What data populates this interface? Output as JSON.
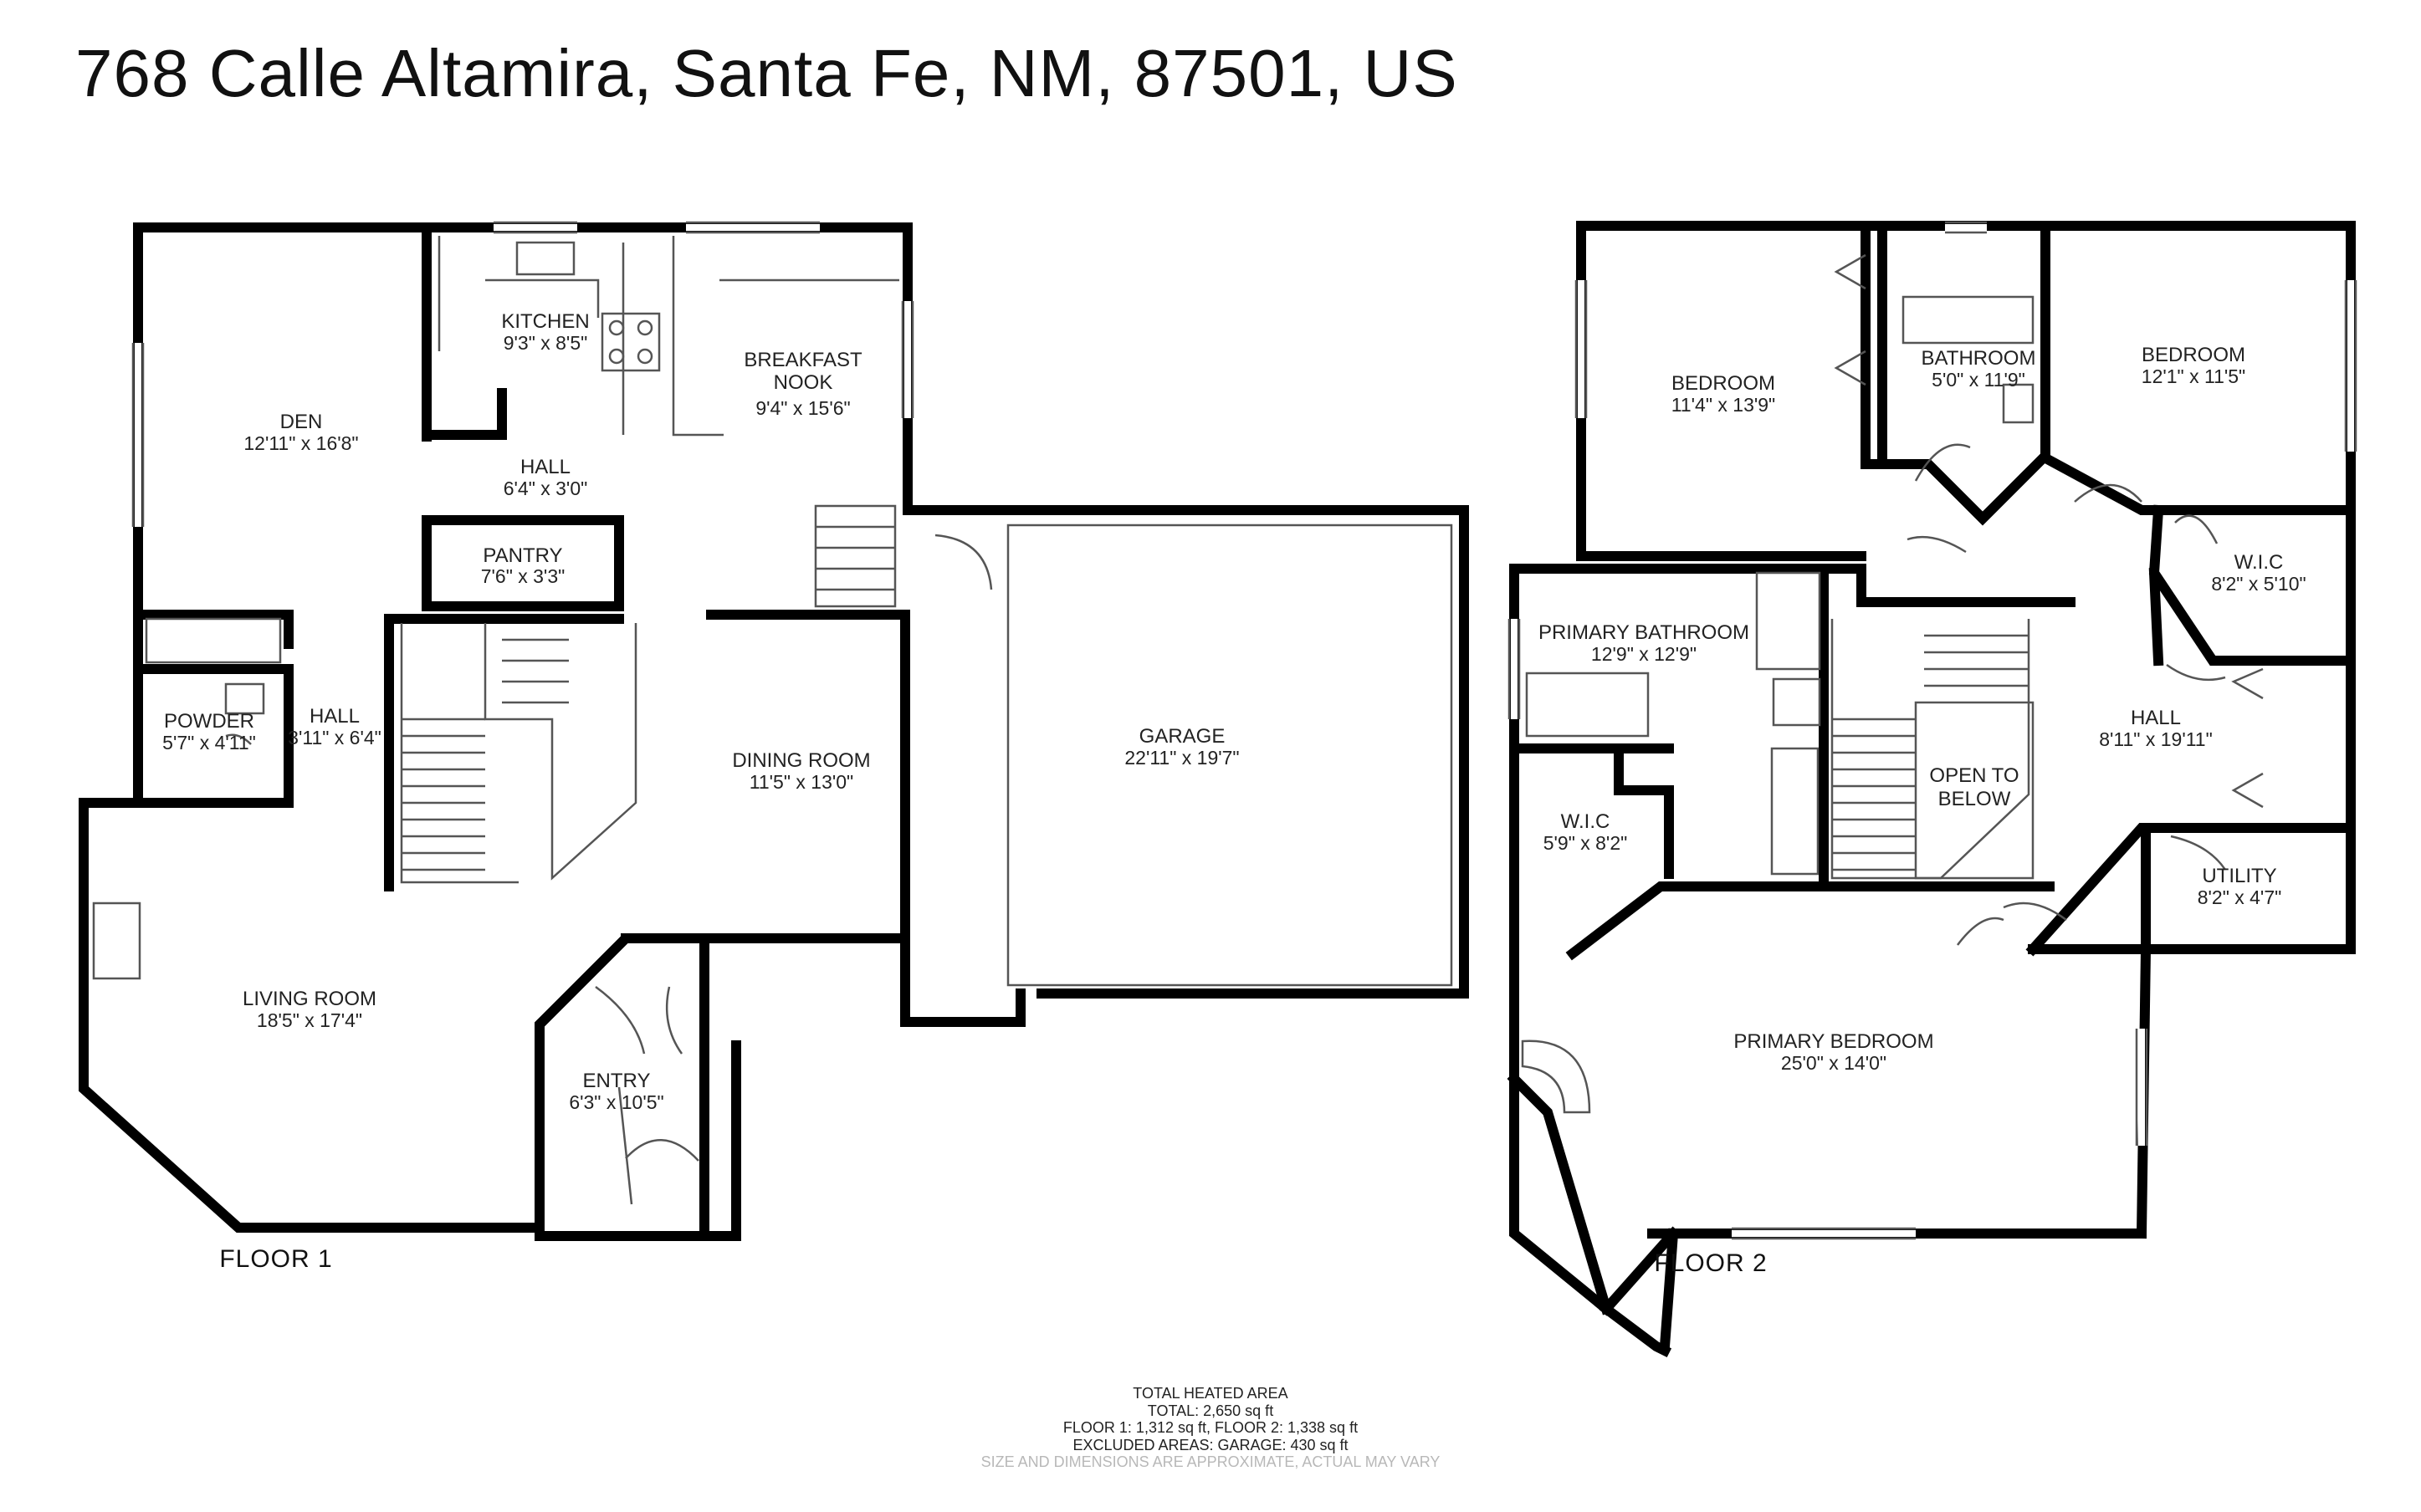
{
  "address": "768 Calle Altamira, Santa Fe, NM, 87501, US",
  "floors": [
    {
      "label": "FLOOR 1",
      "rooms": [
        {
          "id": "den",
          "name": "DEN",
          "dims": "12'11\" x 16'8\""
        },
        {
          "id": "kitchen",
          "name": "KITCHEN",
          "dims": "9'3\" x 8'5\""
        },
        {
          "id": "breakfast-nook",
          "name": "BREAKFAST NOOK",
          "dims": "9'4\" x 15'6\""
        },
        {
          "id": "hall-upper",
          "name": "HALL",
          "dims": "6'4\" x 3'0\""
        },
        {
          "id": "pantry",
          "name": "PANTRY",
          "dims": "7'6\" x 3'3\""
        },
        {
          "id": "powder",
          "name": "POWDER",
          "dims": "5'7\" x 4'11\""
        },
        {
          "id": "hall-lower",
          "name": "HALL",
          "dims": "3'11\" x 6'4\""
        },
        {
          "id": "dining-room",
          "name": "DINING ROOM",
          "dims": "11'5\" x 13'0\""
        },
        {
          "id": "garage",
          "name": "GARAGE",
          "dims": "22'11\" x 19'7\""
        },
        {
          "id": "living-room",
          "name": "LIVING ROOM",
          "dims": "18'5\" x 17'4\""
        },
        {
          "id": "entry",
          "name": "ENTRY",
          "dims": "6'3\" x 10'5\""
        }
      ]
    },
    {
      "label": "FLOOR 2",
      "rooms": [
        {
          "id": "bedroom-left",
          "name": "BEDROOM",
          "dims": "11'4\" x 13'9\""
        },
        {
          "id": "bathroom",
          "name": "BATHROOM",
          "dims": "5'0\" x 11'9\""
        },
        {
          "id": "bedroom-right",
          "name": "BEDROOM",
          "dims": "12'1\" x 11'5\""
        },
        {
          "id": "primary-bathroom",
          "name": "PRIMARY BATHROOM",
          "dims": "12'9\" x 12'9\""
        },
        {
          "id": "wic-right",
          "name": "W.I.C",
          "dims": "8'2\" x 5'10\""
        },
        {
          "id": "hall",
          "name": "HALL",
          "dims": "8'11\" x 19'11\""
        },
        {
          "id": "open-to-below",
          "name": "OPEN TO BELOW",
          "dims": ""
        },
        {
          "id": "wic-left",
          "name": "W.I.C",
          "dims": "5'9\" x 8'2\""
        },
        {
          "id": "utility",
          "name": "UTILITY",
          "dims": "8'2\" x 4'7\""
        },
        {
          "id": "primary-bedroom",
          "name": "PRIMARY BEDROOM",
          "dims": "25'0\" x 14'0\""
        }
      ]
    }
  ],
  "summary": {
    "heading": "TOTAL HEATED AREA",
    "total": "TOTAL: 2,650 sq ft",
    "floors": "FLOOR 1: 1,312 sq ft, FLOOR 2: 1,338 sq ft",
    "excluded": "EXCLUDED AREAS: GARAGE: 430 sq ft",
    "disclaimer": "SIZE AND DIMENSIONS ARE APPROXIMATE, ACTUAL MAY VARY"
  },
  "colors": {
    "wall": "#000000",
    "fixture": "#555555",
    "background": "#ffffff"
  }
}
